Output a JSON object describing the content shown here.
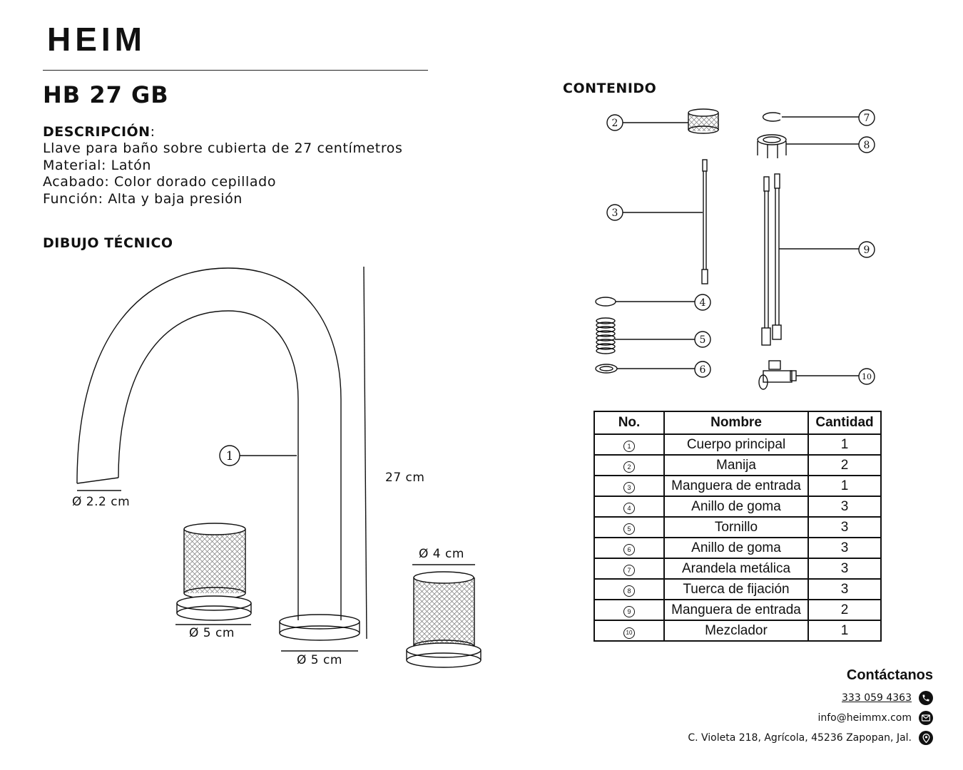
{
  "brand": "HEIM",
  "model": "HB 27 GB",
  "description": {
    "title": "DESCRIPCIÓN",
    "suffix": ":",
    "lines": [
      "Llave para baño sobre cubierta de 27 centímetros",
      "Material: Latón",
      "Acabado: Color dorado cepillado",
      "Función: Alta y baja presión"
    ]
  },
  "drawing": {
    "title": "DIBUJO TÉCNICO",
    "labels": {
      "spout_diameter": "Ø 2.2 cm",
      "height": "27 cm",
      "handle_left_base": "Ø 5 cm",
      "spout_base": "Ø 5 cm",
      "handle_right_top": "Ø 4 cm"
    },
    "callout": "1"
  },
  "contents": {
    "title": "CONTENIDO",
    "callouts": [
      "2",
      "3",
      "4",
      "5",
      "6",
      "7",
      "8",
      "9",
      "10"
    ]
  },
  "table": {
    "headers": [
      "No.",
      "Nombre",
      "Cantidad"
    ],
    "rows": [
      {
        "no": "1",
        "name": "Cuerpo principal",
        "qty": "1"
      },
      {
        "no": "2",
        "name": "Manija",
        "qty": "2"
      },
      {
        "no": "3",
        "name": "Manguera de entrada",
        "qty": "1"
      },
      {
        "no": "4",
        "name": "Anillo de goma",
        "qty": "3"
      },
      {
        "no": "5",
        "name": "Tornillo",
        "qty": "3"
      },
      {
        "no": "6",
        "name": "Anillo de goma",
        "qty": "3"
      },
      {
        "no": "7",
        "name": "Arandela metálica",
        "qty": "3"
      },
      {
        "no": "8",
        "name": "Tuerca de fijación",
        "qty": "3"
      },
      {
        "no": "9",
        "name": "Manguera de entrada",
        "qty": "2"
      },
      {
        "no": "10",
        "name": "Mezclador",
        "qty": "1"
      }
    ]
  },
  "contact": {
    "title": "Contáctanos",
    "phone": "333 059 4363",
    "email": "info@heimmx.com",
    "address": "C. Violeta 218, Agrícola, 45236 Zapopan, Jal.",
    "icons": [
      "phone-icon",
      "mail-icon",
      "location-pin-icon"
    ]
  }
}
